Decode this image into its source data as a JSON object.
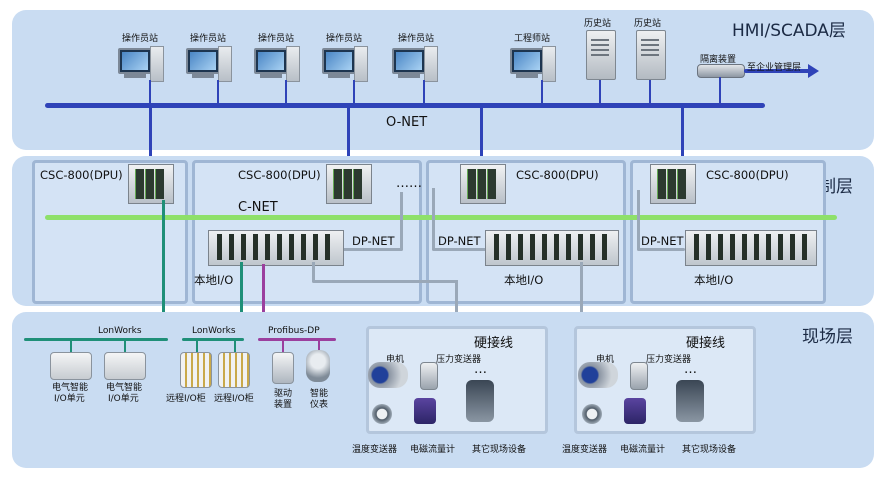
{
  "layers": {
    "hmi": "HMI/SCADA层",
    "control": "控制层",
    "field": "现场层"
  },
  "hmi": {
    "operator_stations": [
      "操作员站",
      "操作员站",
      "操作员站",
      "操作员站",
      "操作员站"
    ],
    "engineer_station": "工程师站",
    "history_stations": [
      "历史站",
      "历史站"
    ],
    "isolation_device": "隔离装置",
    "enterprise_link": "至企业管理层",
    "onet": "O-NET"
  },
  "control": {
    "dpu_labels": [
      "CSC-800(DPU)",
      "CSC-800(DPU)",
      "CSC-800(DPU)",
      "CSC-800(DPU)"
    ],
    "ellipsis": "……",
    "cnet": "C-NET",
    "dpnet": [
      "DP-NET",
      "DP-NET",
      "DP-NET"
    ],
    "local_io": [
      "本地I/O",
      "本地I/O",
      "本地I/O"
    ]
  },
  "field": {
    "lonworks": [
      "LonWorks",
      "LonWorks"
    ],
    "profibus": "Profibus-DP",
    "smart_io": [
      "电气智能",
      "I/O单元",
      "电气智能",
      "I/O单元"
    ],
    "remote_io": [
      "远程I/O柜",
      "远程I/O柜"
    ],
    "drive": [
      "驱动",
      "装置"
    ],
    "smart_instrument": [
      "智能",
      "仪表"
    ],
    "hardwire": [
      "硬接线",
      "硬接线"
    ],
    "motor": [
      "电机",
      "电机"
    ],
    "pressure": [
      "压力变送器",
      "压力变送器"
    ],
    "ellipsis": [
      "…",
      "…"
    ],
    "temp": [
      "温度变送器",
      "温度变送器"
    ],
    "flow": [
      "电磁流量计",
      "电磁流量计"
    ],
    "other": [
      "其它现场设备",
      "其它现场设备"
    ]
  },
  "colors": {
    "onet": "#2f43b8",
    "cnet": "#8ee06a",
    "lonworks": "#1f8f78",
    "profibus": "#9b3f9e",
    "dpnet": "#9aa8b8"
  }
}
